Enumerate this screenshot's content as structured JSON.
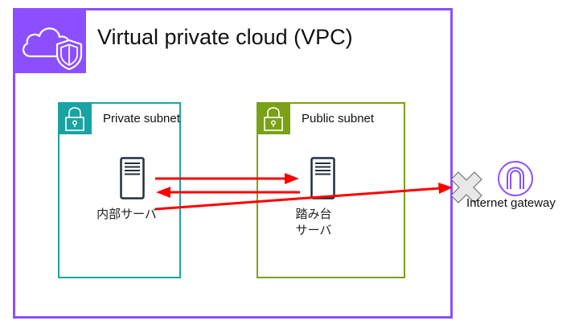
{
  "vpc": {
    "title": "Virtual private cloud (VPC)",
    "icon": "cloud-shield-icon",
    "color": "#8c4fff"
  },
  "private_subnet": {
    "title": "Private subnet",
    "icon": "padlock-icon",
    "color": "#1aa3a3",
    "server": {
      "label": "内部サーバ",
      "icon": "server-icon"
    }
  },
  "public_subnet": {
    "title": "Public subnet",
    "icon": "padlock-icon",
    "color": "#7aa116",
    "server": {
      "label_line1": "踏み台",
      "label_line2": "サーバ",
      "icon": "server-icon"
    }
  },
  "internet_gateway": {
    "label": "Internet gateway",
    "icon": "internet-gateway-icon",
    "color": "#8c4fff"
  },
  "blocked_marker": {
    "icon": "x-cross-icon",
    "meaning": "blocked"
  },
  "arrows": [
    {
      "from": "内部サーバ",
      "to": "踏み台 サーバ",
      "color": "#ff0000"
    },
    {
      "from": "踏み台 サーバ",
      "to": "内部サーバ",
      "color": "#ff0000"
    },
    {
      "from": "内部サーバ",
      "to": "Internet gateway",
      "color": "#ff0000",
      "blocked": true
    }
  ]
}
